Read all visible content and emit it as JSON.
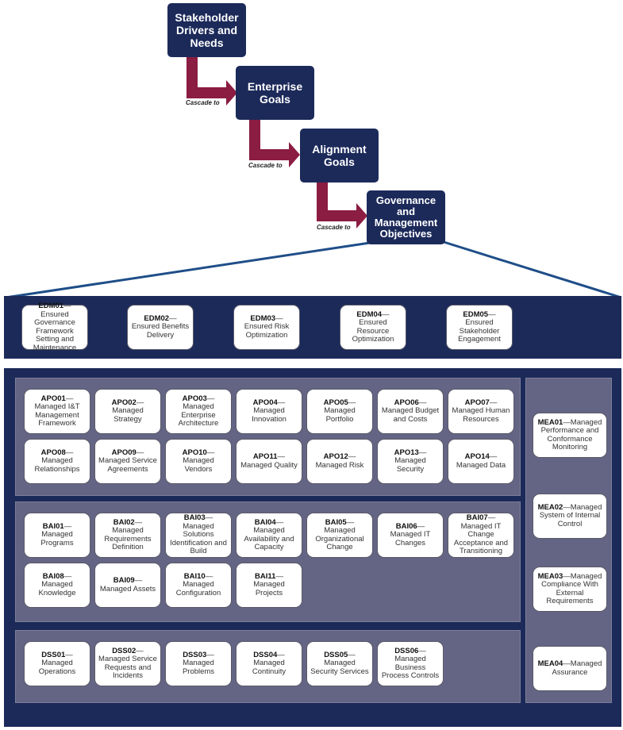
{
  "cascade": {
    "steps": [
      {
        "id": "stakeholder",
        "label": "Stakeholder Drivers and Needs"
      },
      {
        "id": "enterprise",
        "label": "Enterprise Goals"
      },
      {
        "id": "alignment",
        "label": "Alignment Goals"
      },
      {
        "id": "objectives",
        "label": "Governance and Management Objectives"
      }
    ],
    "arrow_label": "Cascade to",
    "colors": {
      "box": "#1c2a5a",
      "arrow": "#8b1c42",
      "connector": "#1f4e88"
    }
  },
  "edm": [
    {
      "code": "EDM01",
      "name": "Ensured Governance Framework Setting and Maintenance"
    },
    {
      "code": "EDM02",
      "name": "Ensured Benefits Delivery"
    },
    {
      "code": "EDM03",
      "name": "Ensured Risk Optimization"
    },
    {
      "code": "EDM04",
      "name": "Ensured Resource Optimization"
    },
    {
      "code": "EDM05",
      "name": "Ensured Stakeholder Engagement"
    }
  ],
  "apo": [
    {
      "code": "APO01",
      "name": "Managed I&T Management Framework"
    },
    {
      "code": "APO02",
      "name": "Managed Strategy"
    },
    {
      "code": "APO03",
      "name": "Managed Enterprise Architecture"
    },
    {
      "code": "APO04",
      "name": "Managed Innovation"
    },
    {
      "code": "APO05",
      "name": "Managed Portfolio"
    },
    {
      "code": "APO06",
      "name": "Managed Budget and Costs"
    },
    {
      "code": "APO07",
      "name": "Managed Human Resources"
    },
    {
      "code": "APO08",
      "name": "Managed Relationships"
    },
    {
      "code": "APO09",
      "name": "Managed Service Agreements"
    },
    {
      "code": "APO10",
      "name": "Managed Vendors"
    },
    {
      "code": "APO11",
      "name": "Managed Quality"
    },
    {
      "code": "APO12",
      "name": "Managed Risk"
    },
    {
      "code": "APO13",
      "name": "Managed Security"
    },
    {
      "code": "APO14",
      "name": "Managed Data"
    }
  ],
  "bai": [
    {
      "code": "BAI01",
      "name": "Managed Programs"
    },
    {
      "code": "BAI02",
      "name": "Managed Requirements Definition"
    },
    {
      "code": "BAI03",
      "name": "Managed Solutions Identification and Build"
    },
    {
      "code": "BAI04",
      "name": "Managed Availability and Capacity"
    },
    {
      "code": "BAI05",
      "name": "Managed Organizational Change"
    },
    {
      "code": "BAI06",
      "name": "Managed IT Changes"
    },
    {
      "code": "BAI07",
      "name": "Managed IT Change Acceptance and Transitioning"
    },
    {
      "code": "BAI08",
      "name": "Managed Knowledge"
    },
    {
      "code": "BAI09",
      "name": "Managed Assets"
    },
    {
      "code": "BAI10",
      "name": "Managed Configuration"
    },
    {
      "code": "BAI11",
      "name": "Managed Projects"
    }
  ],
  "dss": [
    {
      "code": "DSS01",
      "name": "Managed Operations"
    },
    {
      "code": "DSS02",
      "name": "Managed Service Requests and Incidents"
    },
    {
      "code": "DSS03",
      "name": "Managed Problems"
    },
    {
      "code": "DSS04",
      "name": "Managed Continuity"
    },
    {
      "code": "DSS05",
      "name": "Managed Security Services"
    },
    {
      "code": "DSS06",
      "name": "Managed Business Process Controls"
    }
  ],
  "mea": [
    {
      "code": "MEA01",
      "name": "Managed Performance and Conformance Monitoring"
    },
    {
      "code": "MEA02",
      "name": "Managed System of Internal Control"
    },
    {
      "code": "MEA03",
      "name": "Managed Compliance With External Requirements"
    },
    {
      "code": "MEA04",
      "name": "Managed Assurance"
    }
  ],
  "separator": "—"
}
